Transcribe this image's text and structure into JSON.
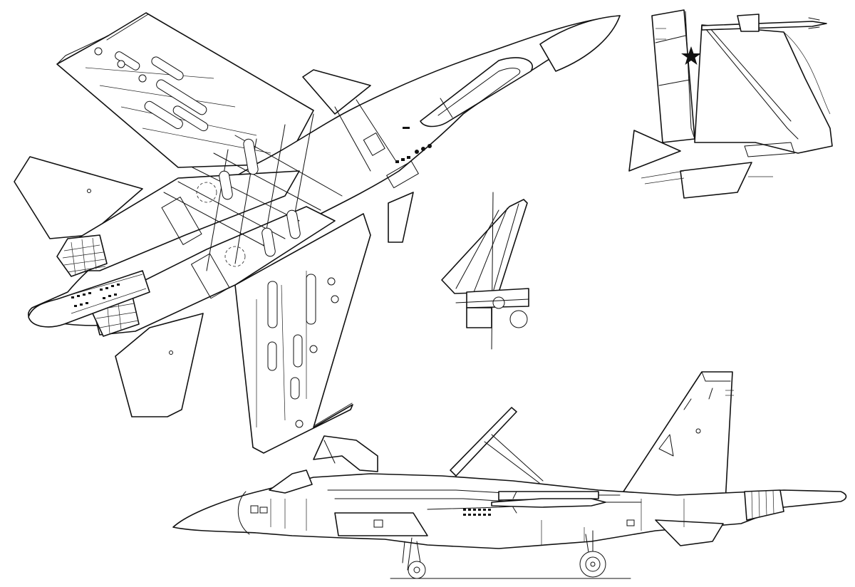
{
  "drawing": {
    "subject": "",
    "views": [
      "planform-underside",
      "front-detail-airbrake",
      "top-quarter-detail",
      "side-profile"
    ]
  }
}
